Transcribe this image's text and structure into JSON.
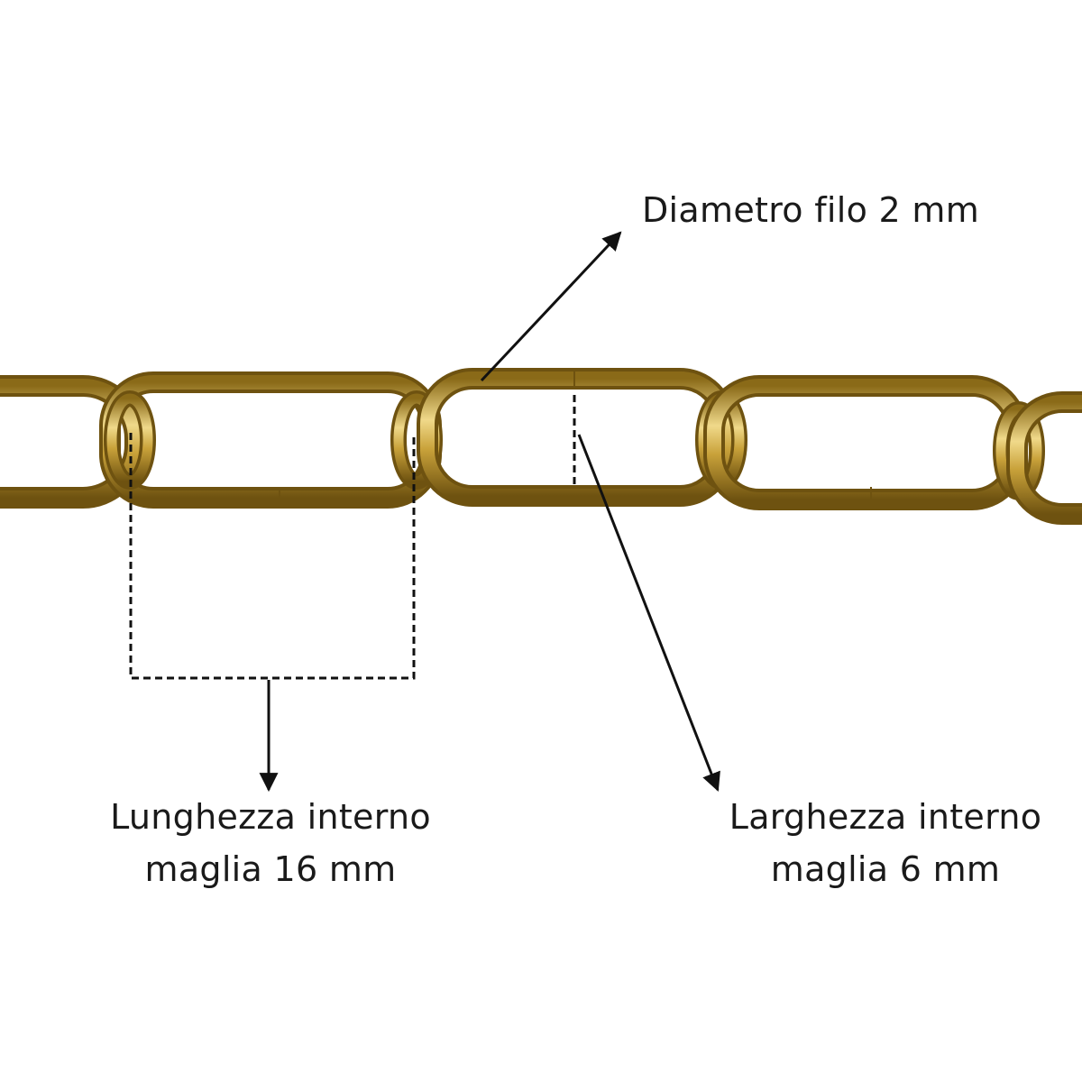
{
  "colors": {
    "brass_dark": "#7a5c12",
    "brass_mid": "#c9a23a",
    "brass_light": "#f2dc8a",
    "annotation": "#111111"
  },
  "annotations": {
    "wire_diameter": {
      "text": "Diametro filo 2 mm"
    },
    "inner_length": {
      "line1": "Lunghezza interno",
      "line2": "maglia 16 mm"
    },
    "inner_width": {
      "line1": "Larghezza interno",
      "line2": "maglia 6 mm"
    }
  }
}
